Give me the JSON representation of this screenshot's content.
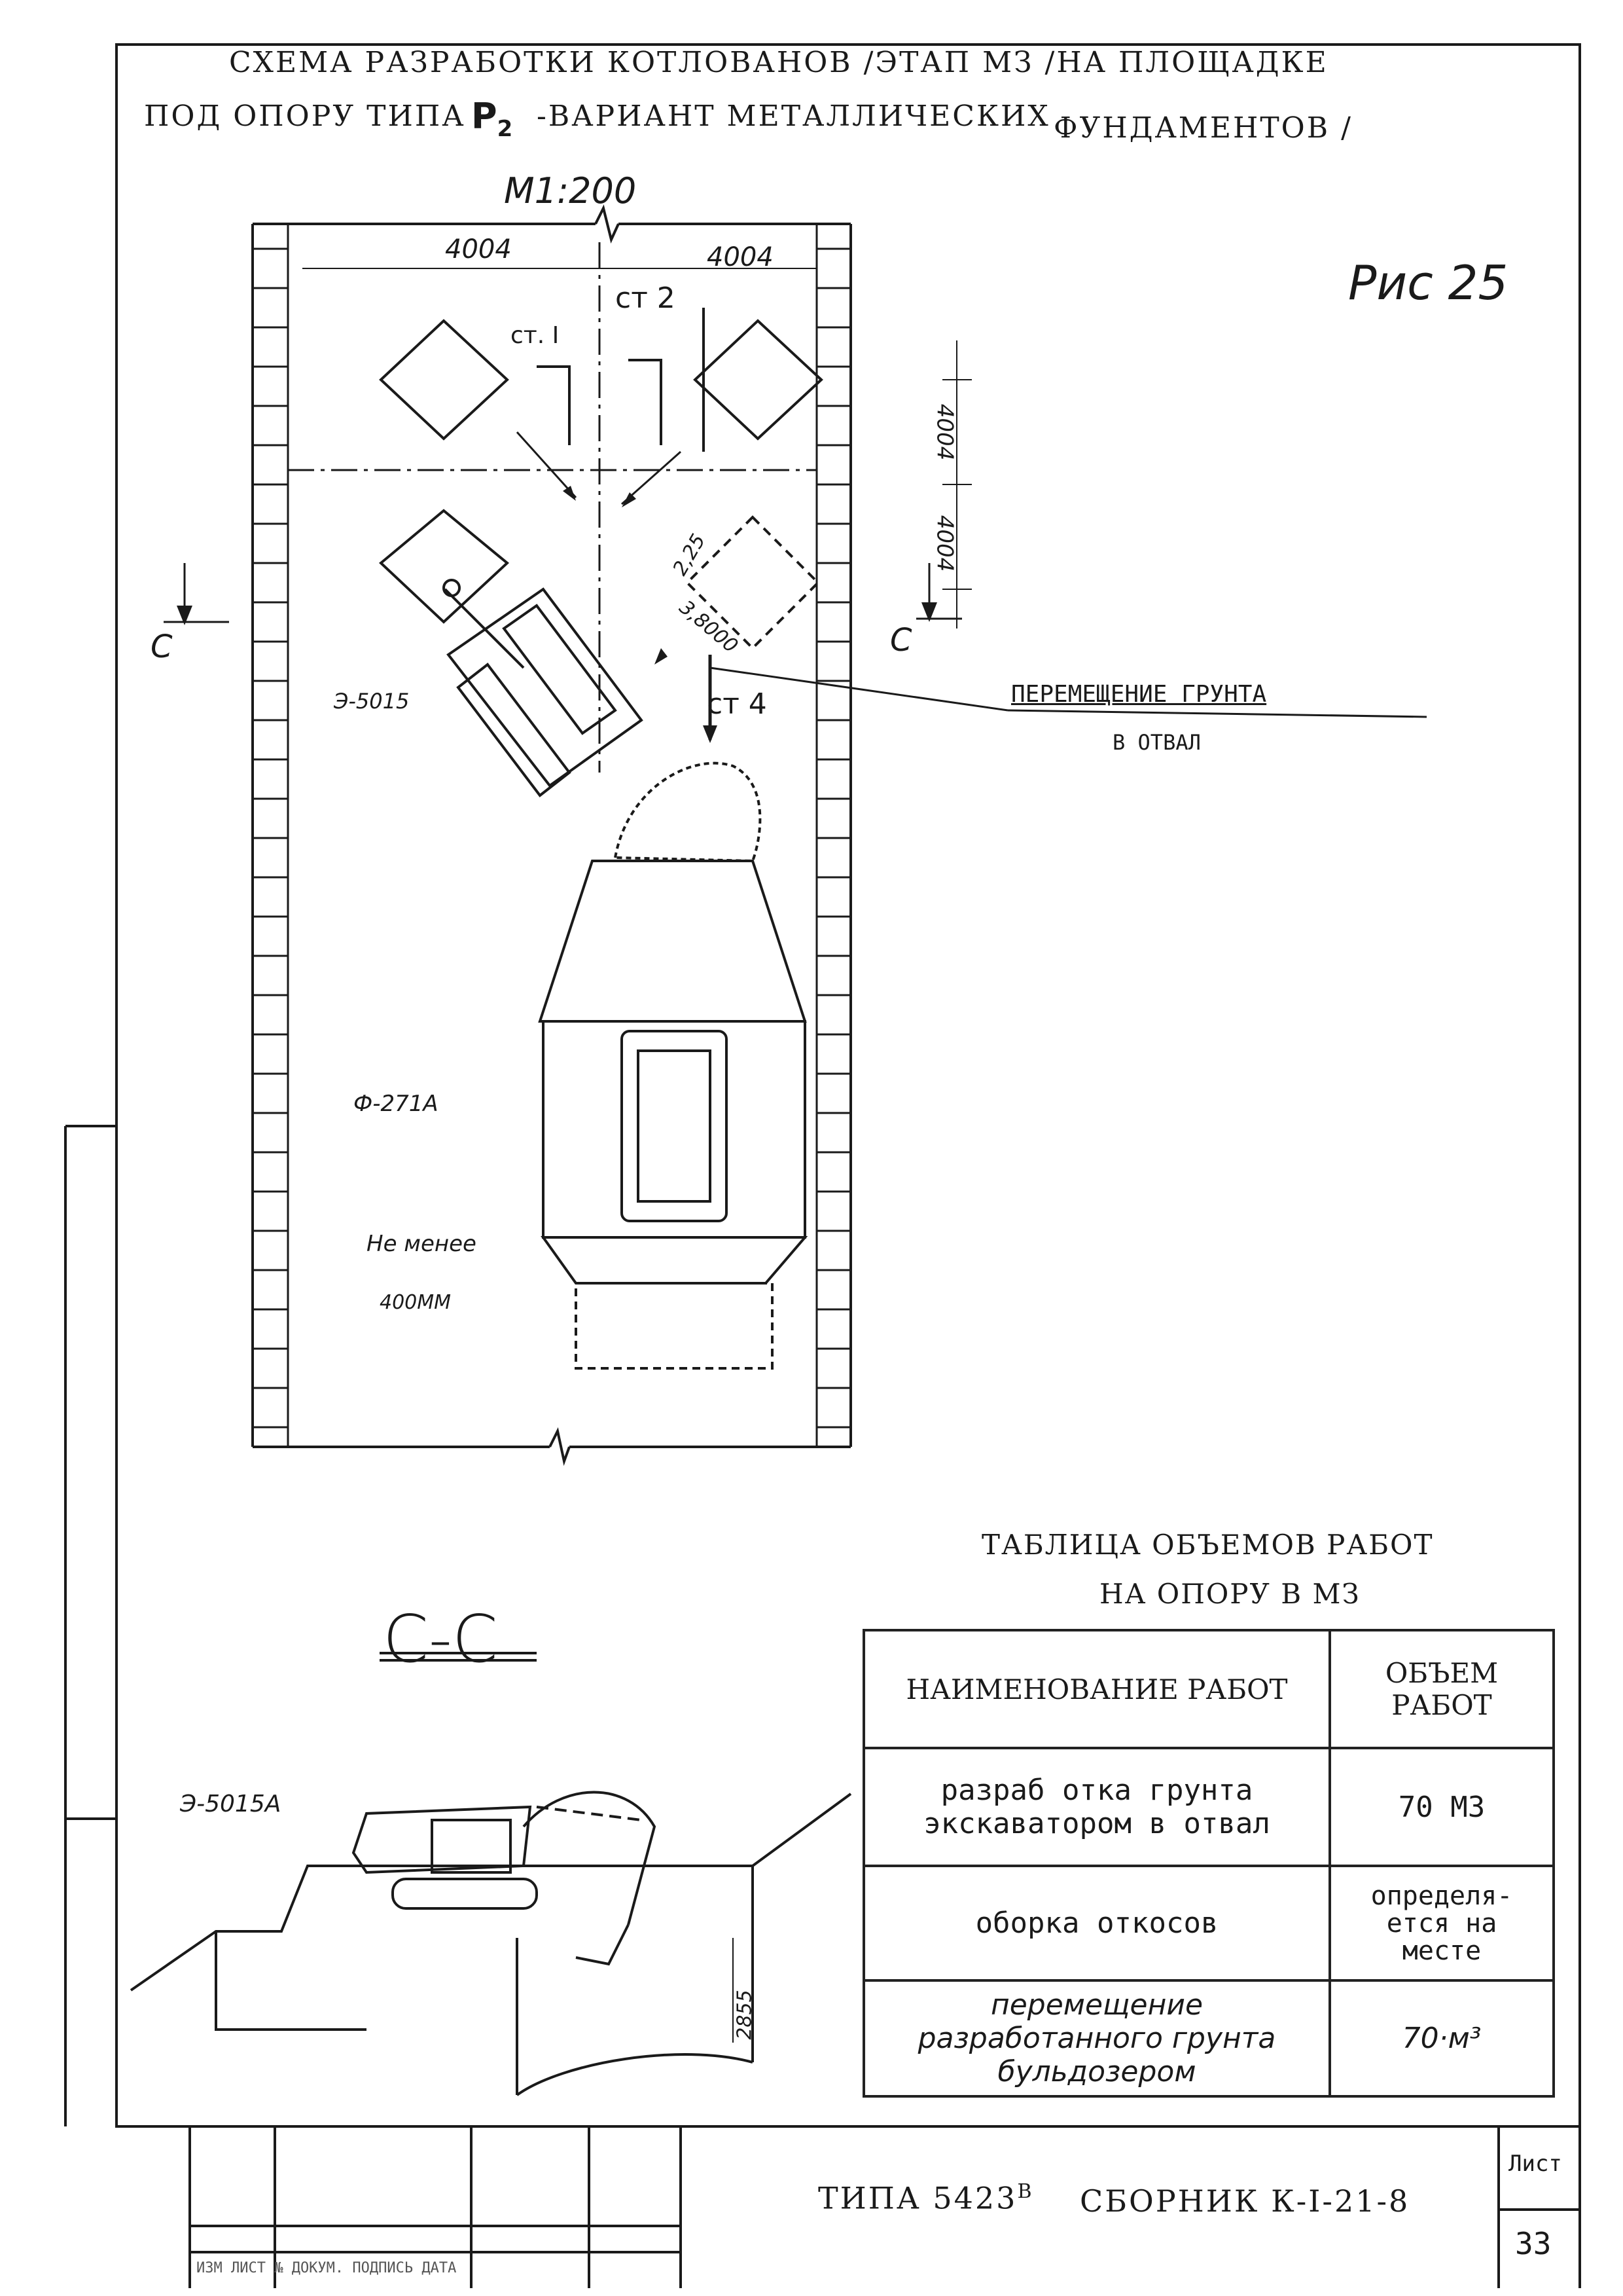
{
  "header": {
    "line1": "СХЕМА   РАЗРАБОТКИ КОТЛОВАНОВ /ЭТАП МЗ /НА ПЛОЩАДКЕ",
    "line2_prefix": "ПОД ОПОРУ ТИПА",
    "line2_p": "Р",
    "line2_sub": "2",
    "line2_suffix": "-ВАРИАНТ МЕТАЛЛИЧЕСКИХ",
    "line2_end": "ФУНДАМЕНТОВ /"
  },
  "figure_label": "Рис 25",
  "plan": {
    "scale": "М1:200",
    "dim_left": "4004",
    "dim_right": "4004",
    "dim_v1": "4004",
    "dim_v2": "4004",
    "stand_1": "ст. I",
    "stand_2": "ст 2",
    "stand_4": "ст 4",
    "radius_small": "2,25",
    "radius_large": "3,8000",
    "excavator": "Э-5015",
    "bulldozer": "Ф-271А",
    "note_line1": "Не менее",
    "note_line2": "400ММ",
    "section_mark": "С",
    "callout_line1": "ПЕРЕМЕЩЕНИЕ ГРУНТА",
    "callout_line2": "В ОТВАЛ"
  },
  "section": {
    "title": "С-С",
    "excavator": "Э-5015А",
    "depth": "2855"
  },
  "volume_table": {
    "title_line1": "ТАБЛИЦА   ОБЪЕМОВ   РАБОТ",
    "title_line2": "НА   ОПОРУ  В  МЗ",
    "col1_header": "НАИМЕНОВАНИЕ РАБОТ",
    "col2_header": "ОБЪЕМ РАБОТ",
    "rows": [
      {
        "name": "разраб отка  грунта экскаватором  в  отвал",
        "volume": "70  МЗ"
      },
      {
        "name": "оборка     откосов",
        "volume": "определя- ется  на месте"
      },
      {
        "name": "перемещение разработанного грунта бульдозером",
        "volume": "70·м³"
      }
    ]
  },
  "title_block": {
    "code": "ТИПА  5423",
    "code_sup": "В",
    "collection": "СБОРНИК К-I-21-8",
    "sheet_label": "Лист",
    "sheet_number": "33",
    "row_labels": "ИЗМ  ЛИСТ  № ДОКУМ.  ПОДПИСЬ  ДАТА"
  }
}
